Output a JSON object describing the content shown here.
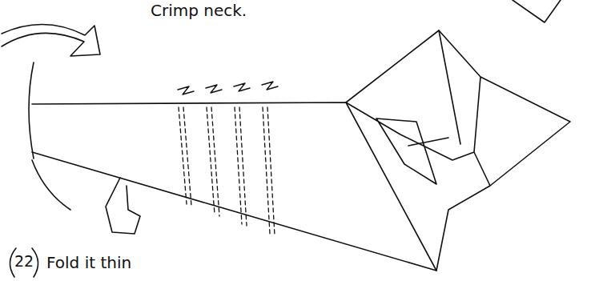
{
  "diagram": {
    "labels": [
      "Crimp neck.",
      "22",
      "Fold it thin"
    ]
  }
}
